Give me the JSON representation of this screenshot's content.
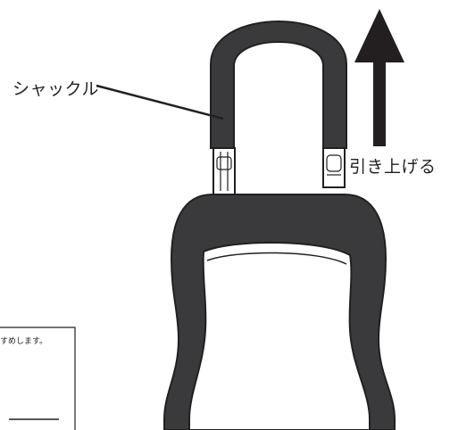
{
  "labels": {
    "shackle": "シャックル",
    "pull_up": "引き上げる"
  },
  "note_panel": {
    "text": "すめします。"
  },
  "colors": {
    "body_outer": "#3a3a3c",
    "body_inner": "#ffffff",
    "shackle": "#3a3a3c",
    "arrow": "#231f20",
    "outline": "#231f20"
  },
  "icons": {
    "arrow": "arrow-up-icon"
  }
}
